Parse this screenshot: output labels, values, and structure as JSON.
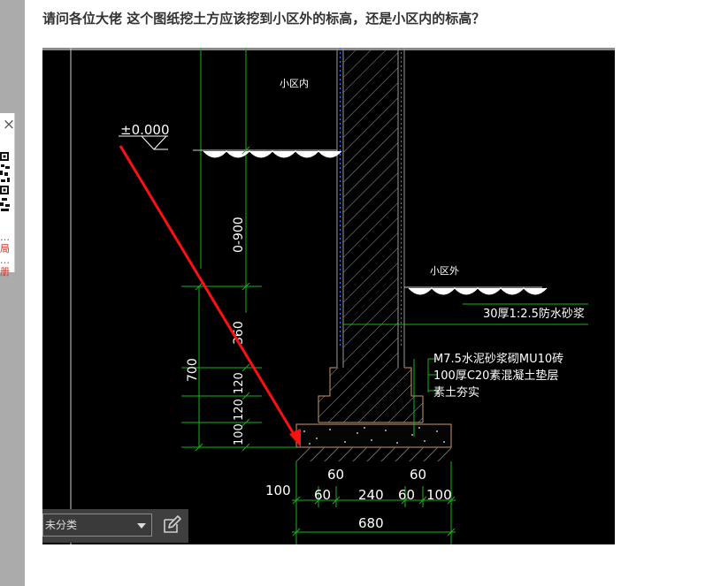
{
  "question": {
    "title": "请问各位大佬 这个图纸挖土方应该挖到小区外的标高，还是小区内的标高？"
  },
  "side_panel": {
    "close_label": "×",
    "partial_text": "…局 …册"
  },
  "drawing": {
    "elevation_label": "±0.000",
    "inside_label": "小区内",
    "outside_label": "小区外",
    "note_waterproof": "30厚1:2.5防水砂浆",
    "note_brick": "M7.5水泥砂浆砌MU10砖",
    "note_concrete": "100厚C20素混凝土垫层",
    "note_soil": "素土夯实",
    "dim_0_900": "0-900",
    "dim_360": "360",
    "dim_700": "700",
    "dim_120a": "120",
    "dim_120b": "120",
    "dim_100_left": "100",
    "dim_100_bottom_left": "100",
    "dim_60_upper_left": "60",
    "dim_60_upper_right": "60",
    "dim_60_a": "60",
    "dim_240": "240",
    "dim_60_b": "60",
    "dim_100_right": "100",
    "dim_680": "680",
    "line_color": "#1ab21a",
    "arrow_color": "#ff1010"
  },
  "toolbar": {
    "category_value": "未分类"
  },
  "icons": {
    "close": "close-icon",
    "qr": "qr-code-icon",
    "edit": "edit-icon",
    "caret": "chevron-down-icon"
  }
}
